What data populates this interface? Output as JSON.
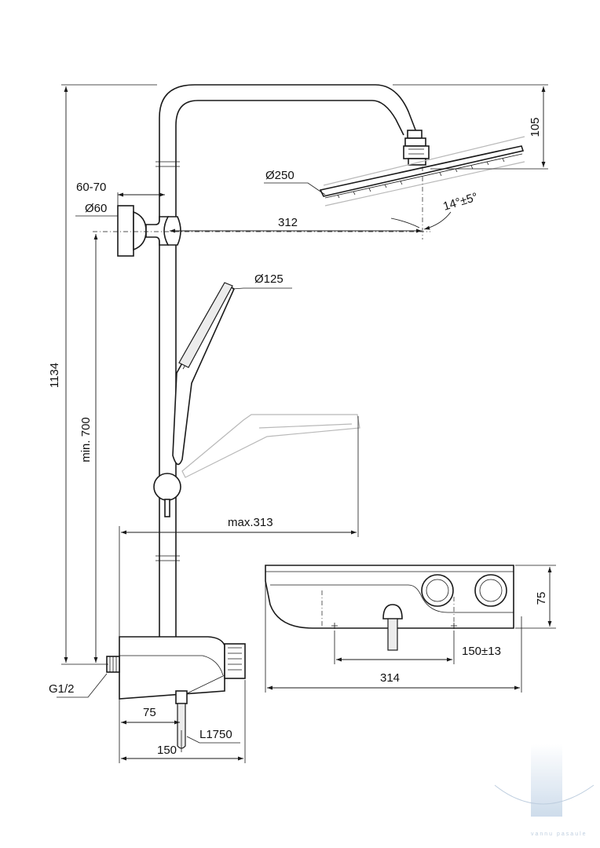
{
  "dimensions": {
    "total_height": "1134",
    "head_offset": "105",
    "head_diameter": "Ø250",
    "tilt": "14°±5°",
    "wall_bracket_depth": "60-70",
    "bracket_diameter": "Ø60",
    "arm_reach": "312",
    "hand_shower_diameter": "Ø125",
    "min_height": "min. 700",
    "max_reach": "max.313",
    "thermostat_height": "75",
    "connection_spacing": "150±13",
    "thermostat_width": "314",
    "connection_thread": "G1/2",
    "outlet_offset": "75",
    "thermostat_depth": "150",
    "hose_length": "L1750"
  },
  "watermark": {
    "text": "vannu pasaule",
    "colors": {
      "bar": "#c9d9ea",
      "text": "#b8c9dc"
    }
  },
  "colors": {
    "line": "#1a1a1a",
    "ghost": "#b8b8b8"
  }
}
